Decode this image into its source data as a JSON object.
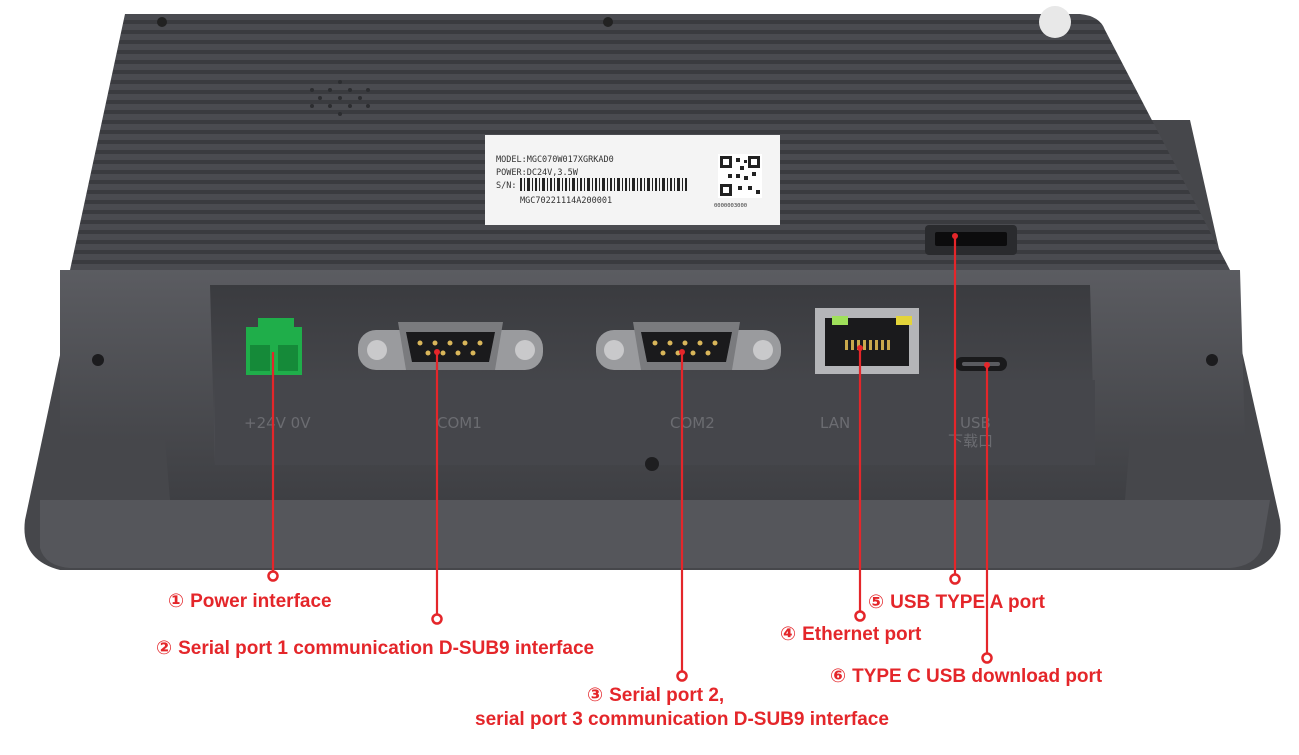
{
  "colors": {
    "accent_red": "#e4262a",
    "panel_dark": "#3a3b3f",
    "panel_mid": "#4c4d52",
    "connector_green": "#1fae4a",
    "label_white": "#f4f4f4"
  },
  "device": {
    "label_plate": {
      "model": "MODEL:MGC070W017XGRKAD0",
      "power": "POWER:DC24V,3.5W",
      "sn_prefix": "S/N:",
      "serial": "MGC70221114A200001",
      "qr_code_caption": "0000003000"
    },
    "port_silkscreen": {
      "power": "+24V  0V",
      "com1": "COM1",
      "com2": "COM2",
      "lan": "LAN",
      "usb": "USB",
      "usb_cn": "下载口"
    }
  },
  "callouts": [
    {
      "id": "power",
      "number": "①",
      "text": "Power interface"
    },
    {
      "id": "com1",
      "number": "②",
      "text": "Serial port 1 communication D-SUB9 interface"
    },
    {
      "id": "com2",
      "number": "③",
      "text": "Serial port 2,",
      "text_line2": "serial port 3 communication D-SUB9 interface"
    },
    {
      "id": "ethernet",
      "number": "④",
      "text": "Ethernet port"
    },
    {
      "id": "usb-a",
      "number": "⑤",
      "text": "USB TYPE A port"
    },
    {
      "id": "usb-c",
      "number": "⑥",
      "text": "TYPE C USB download port"
    }
  ]
}
